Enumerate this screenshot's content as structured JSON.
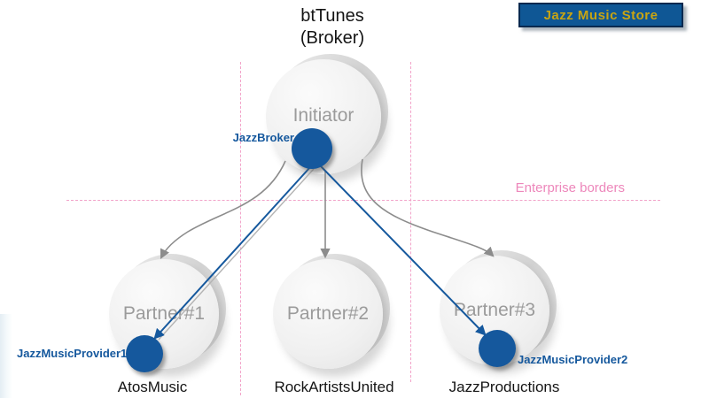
{
  "title": {
    "line1": "btTunes",
    "line2": "(Broker)"
  },
  "badge": {
    "label": "Jazz Music Store"
  },
  "enterprise_border_label": "Enterprise borders",
  "diagram": {
    "initiator": {
      "label": "Initiator",
      "service_label": "JazzBroker"
    },
    "partners": [
      {
        "label": "Partner#1",
        "company": "AtosMusic",
        "service_label": "JazzMusicProvider1"
      },
      {
        "label": "Partner#2",
        "company": "RockArtistsUnited",
        "service_label": ""
      },
      {
        "label": "Partner#3",
        "company": "JazzProductions",
        "service_label": "JazzMusicProvider2"
      }
    ]
  },
  "colors": {
    "node_blue": "#15589d",
    "arrow_blue": "#15589d",
    "arrow_gray": "#8c8c8c",
    "arrow_shadow_gray": "#b3b3b3",
    "dashed_pink": "#f2a3c9",
    "pink_text": "#ed87bb",
    "disc_text_gray": "#9b9b9b",
    "badge_bg": "#0f5795",
    "badge_border": "#05294f",
    "badge_text": "#c9a512"
  }
}
